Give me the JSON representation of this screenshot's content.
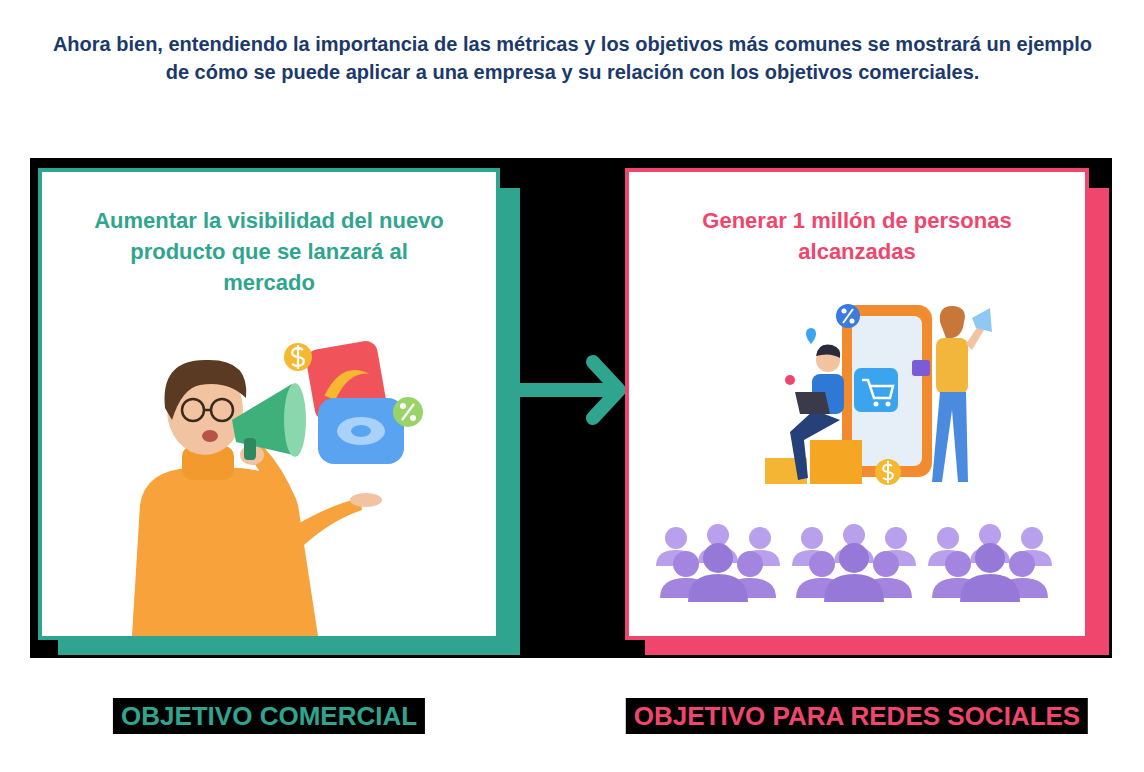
{
  "diagram": {
    "title": "Ahora bien, entendiendo la importancia de las métricas y los objetivos más comunes se mostrará un ejemplo de cómo se puede aplicar a una empresa y su relación con los objetivos comerciales.",
    "nodes": [
      {
        "text": [
          "Aumentar la visibilidad del nuevo producto que se lanzará al mercado",
          "OBJETIVO COMERCIAL"
        ]
      },
      {
        "text": [
          "Generar 1 millón de personas alcanzadas",
          "OBJETIVO PARA REDES SOCIALES"
        ]
      }
    ],
    "edges": [
      {
        "from": 0,
        "to": 1,
        "arrow": "to"
      }
    ]
  }
}
